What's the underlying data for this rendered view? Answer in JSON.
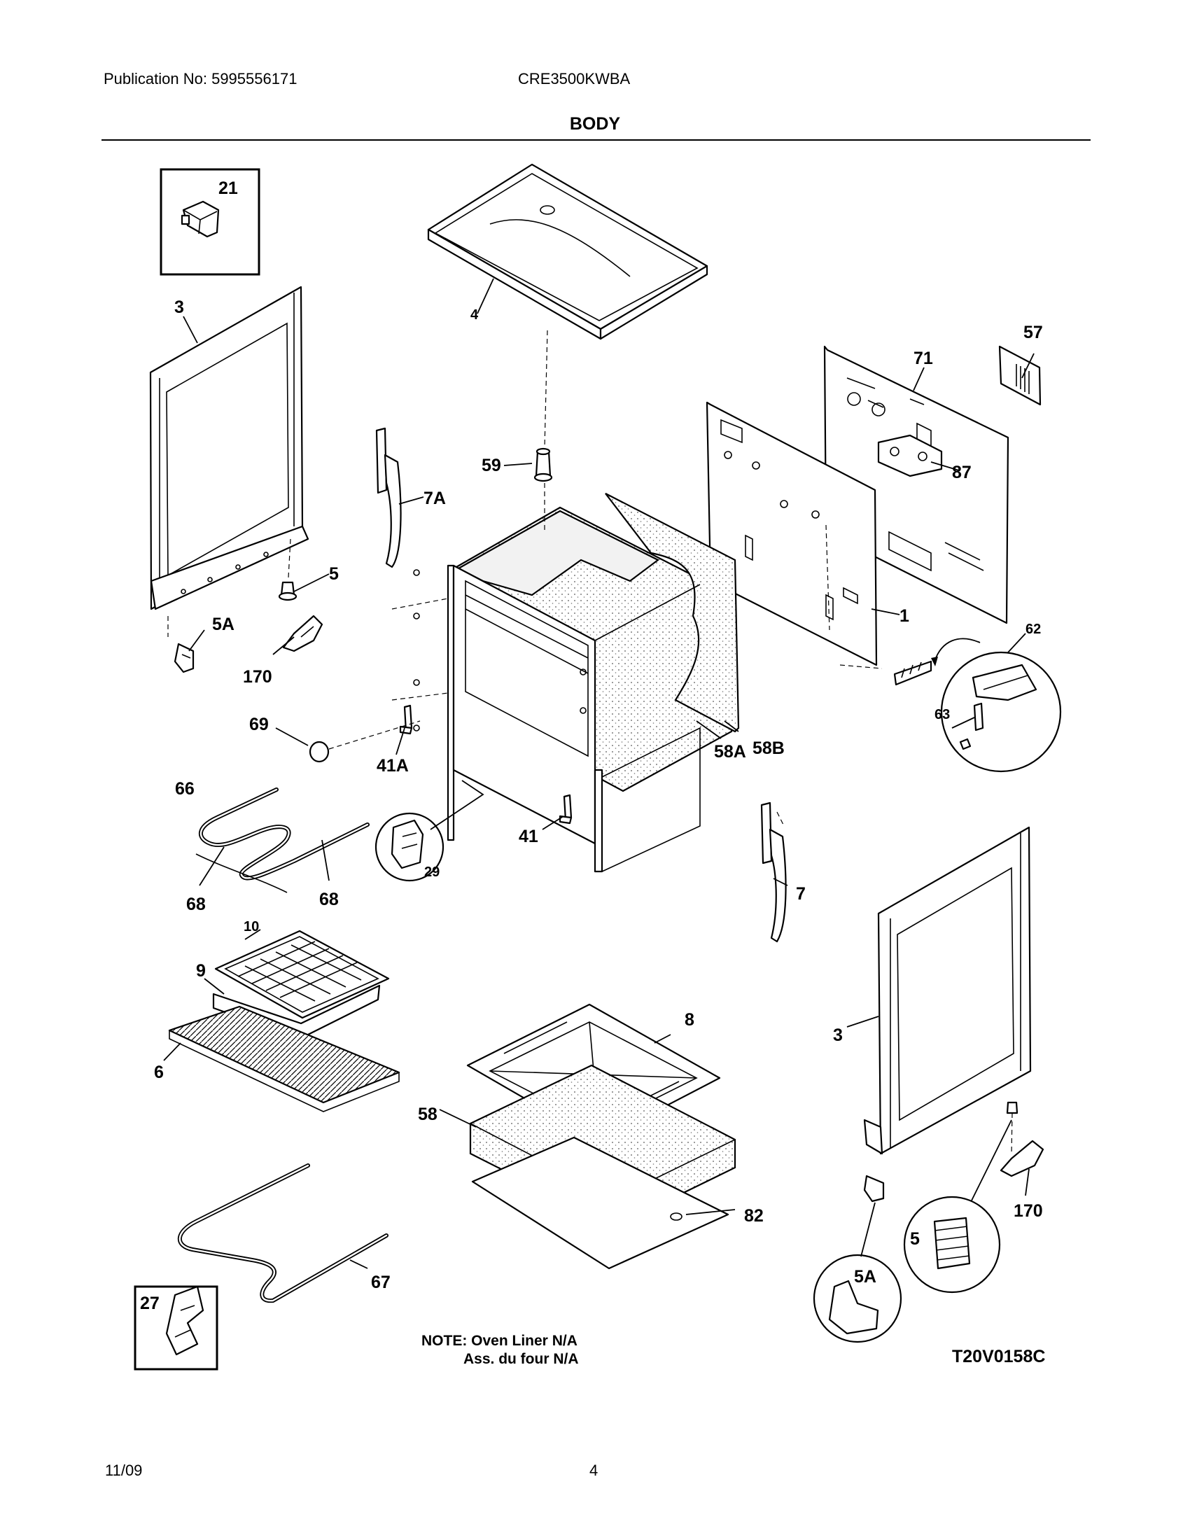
{
  "header": {
    "publication": "Publication No: 5995556171",
    "model": "CRE3500KWBA",
    "title": "BODY"
  },
  "callouts": {
    "c21": "21",
    "c3_left": "3",
    "c4": "4",
    "c57": "57",
    "c71": "71",
    "c59": "59",
    "c87": "87",
    "c7A": "7A",
    "c5_left": "5",
    "c5A_left": "5A",
    "c170_left": "170",
    "c1": "1",
    "c62": "62",
    "c63": "63",
    "c69": "69",
    "c41A": "41A",
    "c58A": "58A",
    "c58B": "58B",
    "c66": "66",
    "c29": "29",
    "c41": "41",
    "c7": "7",
    "c68_a": "68",
    "c68_b": "68",
    "c10": "10",
    "c9": "9",
    "c6": "6",
    "c8": "8",
    "c3_right": "3",
    "c58": "58",
    "c82": "82",
    "c170_right": "170",
    "c5_right": "5",
    "c5A_right": "5A",
    "c67": "67",
    "c27": "27"
  },
  "note": {
    "line1": "NOTE: Oven Liner N/A",
    "line2": "Ass. du four N/A"
  },
  "diagram_code": "T20V0158C",
  "footer": {
    "date": "11/09",
    "page": "4"
  }
}
